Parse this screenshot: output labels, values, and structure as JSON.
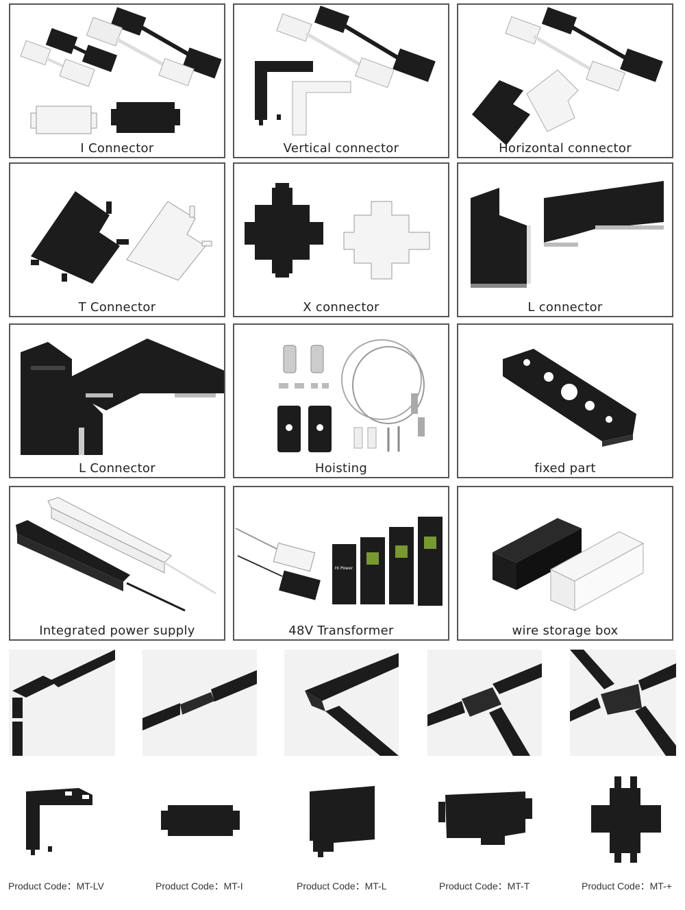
{
  "grid": [
    {
      "label": "I Connector"
    },
    {
      "label": "Vertical connector"
    },
    {
      "label": "Horizontal connector"
    },
    {
      "label": "T Connector"
    },
    {
      "label": "X connector"
    },
    {
      "label": "L connector"
    },
    {
      "label": "L Connector"
    },
    {
      "label": "Hoisting"
    },
    {
      "label": "fixed part"
    },
    {
      "label": "Integrated power supply"
    },
    {
      "label": "48V Transformer"
    },
    {
      "label": "wire storage box"
    }
  ],
  "product_codes": [
    {
      "text": "Product Code：MT-LV"
    },
    {
      "text": "Product Code：MT-I"
    },
    {
      "text": "Product Code：MT-L"
    },
    {
      "text": "Product Code：MT-T"
    },
    {
      "text": "Product Code：MT-+"
    }
  ],
  "transformer_brand": "Hi Power",
  "colors": {
    "black_part": "#1c1c1c",
    "white_part": "#f4f4f4",
    "border": "#555555",
    "photo_bg": "#f1f1f1"
  }
}
